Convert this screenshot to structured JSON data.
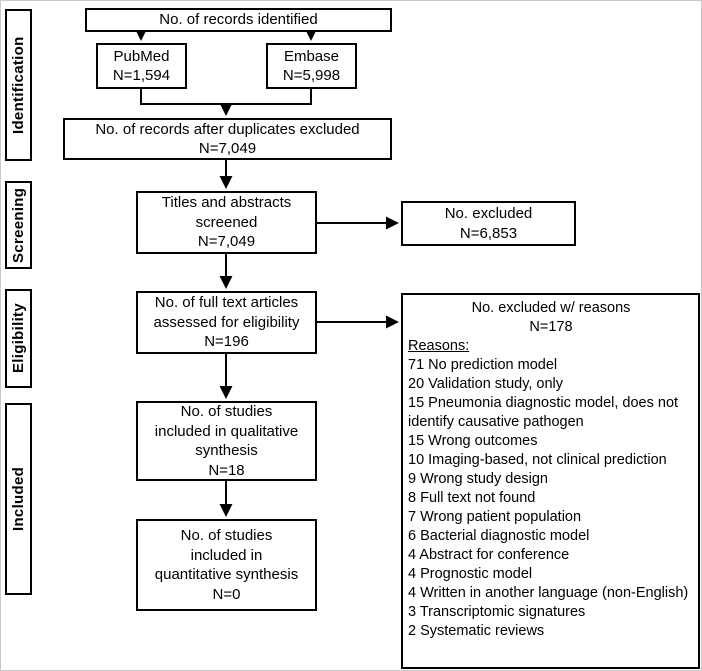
{
  "stage_labels": [
    "Identification",
    "Screening",
    "Eligibility",
    "Included"
  ],
  "boxes": {
    "records_identified": "No. of records identified",
    "pubmed": "PubMed\nN=1,594",
    "embase": "Embase\nN=5,998",
    "after_duplicates": "No. of records after duplicates excluded\nN=7,049",
    "titles_screened": "Titles and abstracts\nscreened\nN=7,049",
    "excluded_screening": "No. excluded\nN=6,853",
    "full_text_assessed": "No. of full text articles\nassessed for eligibility\nN=196",
    "excluded_reasons_header": "No. excluded w/ reasons\nN=178",
    "reasons_label": "Reasons:",
    "reasons": [
      "71 No prediction model",
      "20 Validation study, only",
      "15 Pneumonia diagnostic model, does not identify causative pathogen",
      "15 Wrong outcomes",
      "10 Imaging-based, not clinical prediction",
      "9 Wrong study design",
      "8 Full text not found",
      "7 Wrong patient population",
      "6 Bacterial diagnostic model",
      "4 Abstract for conference",
      "4 Prognostic model",
      "4 Written in another language (non-English)",
      "3 Transcriptomic signatures",
      "2 Systematic reviews"
    ],
    "qualitative": "No. of studies\nincluded in qualitative\nsynthesis\nN=18",
    "quantitative": "No. of studies\nincluded in\nquantitative synthesis\nN=0"
  }
}
